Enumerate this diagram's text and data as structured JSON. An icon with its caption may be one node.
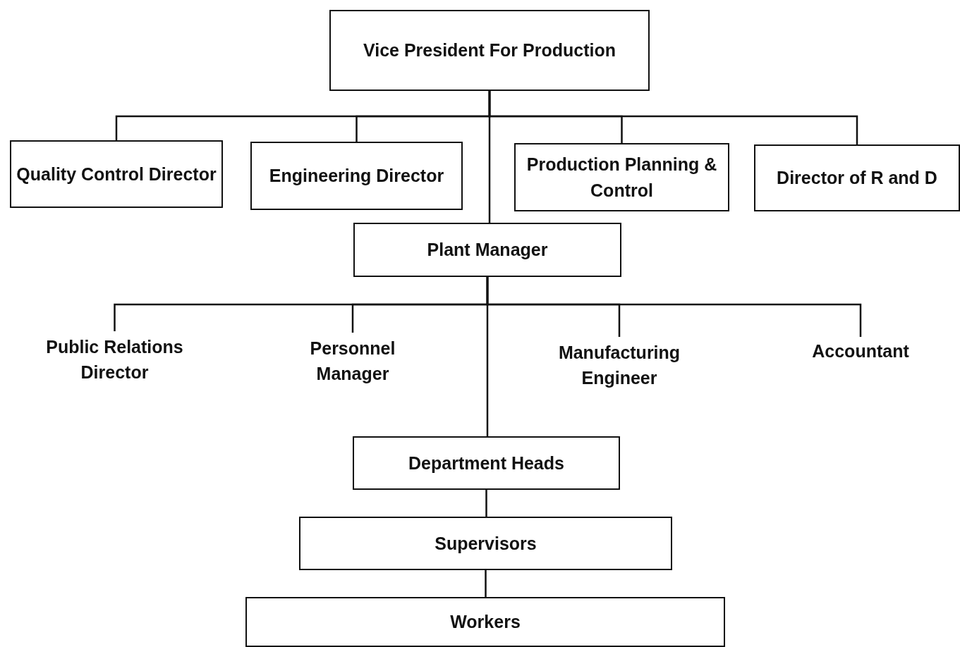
{
  "diagram": {
    "nodes": [
      {
        "text": [
          "Vice President For Production"
        ]
      },
      {
        "text": [
          "Quality Control Director"
        ]
      },
      {
        "text": [
          "Engineering Director"
        ]
      },
      {
        "text": [
          "Production Planning & Control"
        ]
      },
      {
        "text": [
          "Director of R and D"
        ]
      },
      {
        "text": [
          "Plant Manager"
        ]
      },
      {
        "text": [
          "Public Relations Director"
        ]
      },
      {
        "text": [
          "Personnel Manager"
        ]
      },
      {
        "text": [
          "Manufacturing Engineer"
        ]
      },
      {
        "text": [
          "Accountant"
        ]
      },
      {
        "text": [
          "Department Heads"
        ]
      },
      {
        "text": [
          "Supervisors"
        ]
      },
      {
        "text": [
          "Workers"
        ]
      }
    ],
    "edges": [
      {
        "from": 0,
        "to": 1,
        "arrow": "none"
      },
      {
        "from": 0,
        "to": 2,
        "arrow": "none"
      },
      {
        "from": 0,
        "to": 3,
        "arrow": "none"
      },
      {
        "from": 0,
        "to": 4,
        "arrow": "none"
      },
      {
        "from": 0,
        "to": 5,
        "arrow": "none"
      },
      {
        "from": 5,
        "to": 6,
        "arrow": "none"
      },
      {
        "from": 5,
        "to": 7,
        "arrow": "none"
      },
      {
        "from": 5,
        "to": 8,
        "arrow": "none"
      },
      {
        "from": 5,
        "to": 9,
        "arrow": "none"
      },
      {
        "from": 5,
        "to": 10,
        "arrow": "none"
      },
      {
        "from": 10,
        "to": 11,
        "arrow": "none"
      },
      {
        "from": 11,
        "to": 12,
        "arrow": "none"
      }
    ]
  }
}
